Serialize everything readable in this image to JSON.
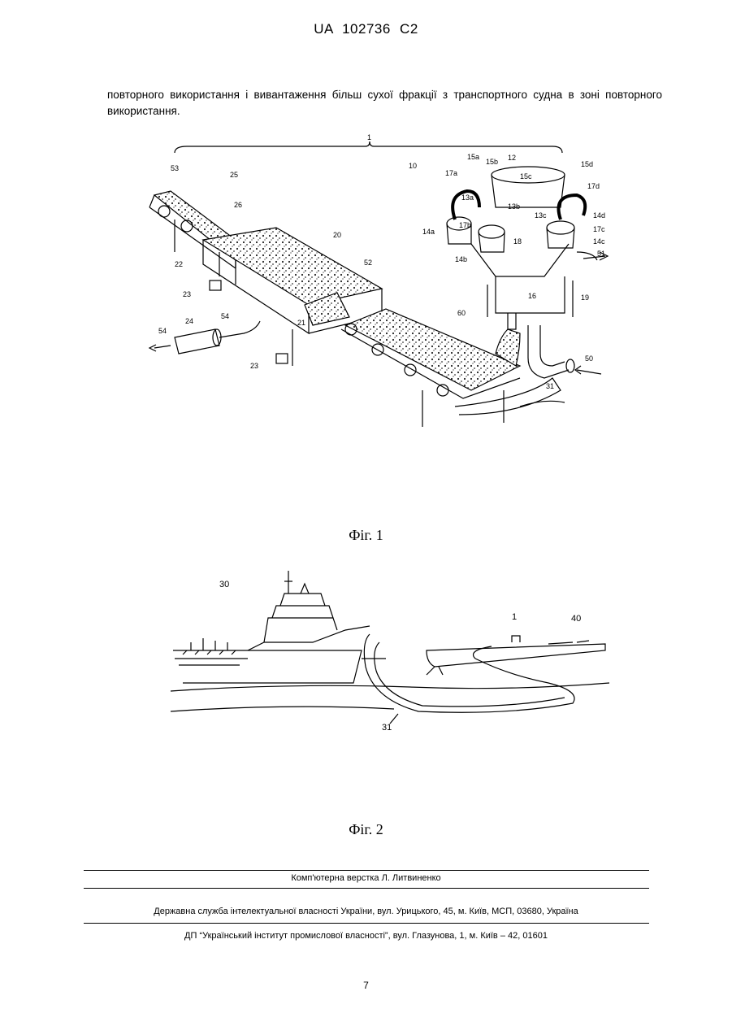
{
  "header": {
    "code": "UA 102736 C2"
  },
  "paragraph": "повторного використання і вивантаження більш сухої фракції з транспортного судна в зоні повторного використання.",
  "figure1": {
    "caption": "Фіг. 1",
    "labels": {
      "l1": "1",
      "l10": "10",
      "l12": "12",
      "l13a": "13a",
      "l13b": "13b",
      "l13c": "13c",
      "l14a": "14a",
      "l14b": "14b",
      "l14c": "14c",
      "l14d": "14d",
      "l15a": "15a",
      "l15b": "15b",
      "l15c": "15c",
      "l15d": "15d",
      "l16": "16",
      "l17a": "17a",
      "l17b": "17b",
      "l17c": "17c",
      "l17d": "17d",
      "l18": "18",
      "l19": "19",
      "l20": "20",
      "l21": "21",
      "l22": "22",
      "l23a": "23",
      "l23b": "23",
      "l24": "24",
      "l25": "25",
      "l26": "26",
      "l31": "31",
      "l50": "50",
      "l51": "51",
      "l52": "52",
      "l53": "53",
      "l54a": "54",
      "l54b": "54",
      "l60": "60"
    }
  },
  "figure2": {
    "caption": "Фіг. 2",
    "labels": {
      "l30": "30",
      "l1": "1",
      "l40": "40",
      "l31": "31"
    }
  },
  "footer": {
    "layout_credit": "Комп'ютерна верстка Л. Литвиненко",
    "agency": "Державна служба інтелектуальної власності України, вул. Урицького, 45, м. Київ, МСП, 03680, Україна",
    "institute": "ДП “Український інститут промислової власності”, вул. Глазунова, 1, м. Київ – 42, 01601"
  },
  "page_number": "7"
}
